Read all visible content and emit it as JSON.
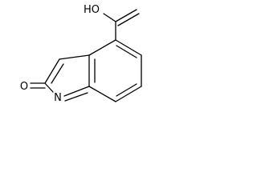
{
  "molecule": {
    "labels": {
      "carboxyl": "HO",
      "carbonyl_oxygen": "O",
      "ring_nitrogen": "N"
    }
  }
}
